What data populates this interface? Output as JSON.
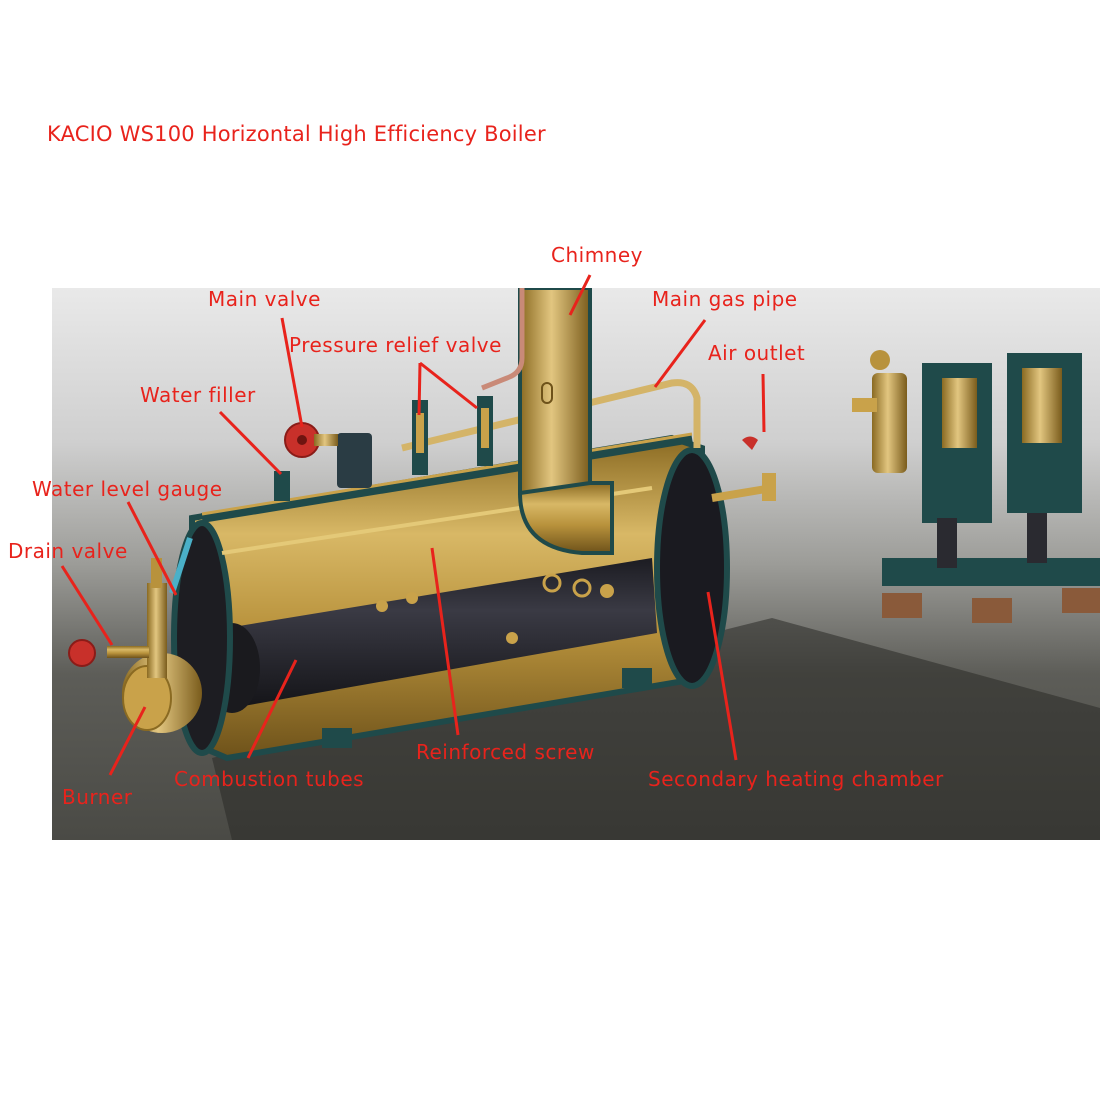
{
  "title": "KACIO WS100 Horizontal High Efficiency Boiler",
  "accent_color": "#e8231c",
  "labels": {
    "chimney": "Chimney",
    "main_valve": "Main valve",
    "main_gas_pipe": "Main gas pipe",
    "pressure_relief_valve": "Pressure relief valve",
    "air_outlet": "Air outlet",
    "water_filler": "Water filler",
    "water_level_gauge": "Water level gauge",
    "drain_valve": "Drain valve",
    "reinforced_screw": "Reinforced screw",
    "combustion_tubes": "Combustion tubes",
    "secondary_heating_chamber": "Secondary heating chamber",
    "burner": "Burner"
  },
  "colors": {
    "brass": "#c9a24a",
    "frame_teal": "#1f4a4a",
    "tube_dark": "#2a2a30",
    "valve_red": "#c8302a"
  }
}
